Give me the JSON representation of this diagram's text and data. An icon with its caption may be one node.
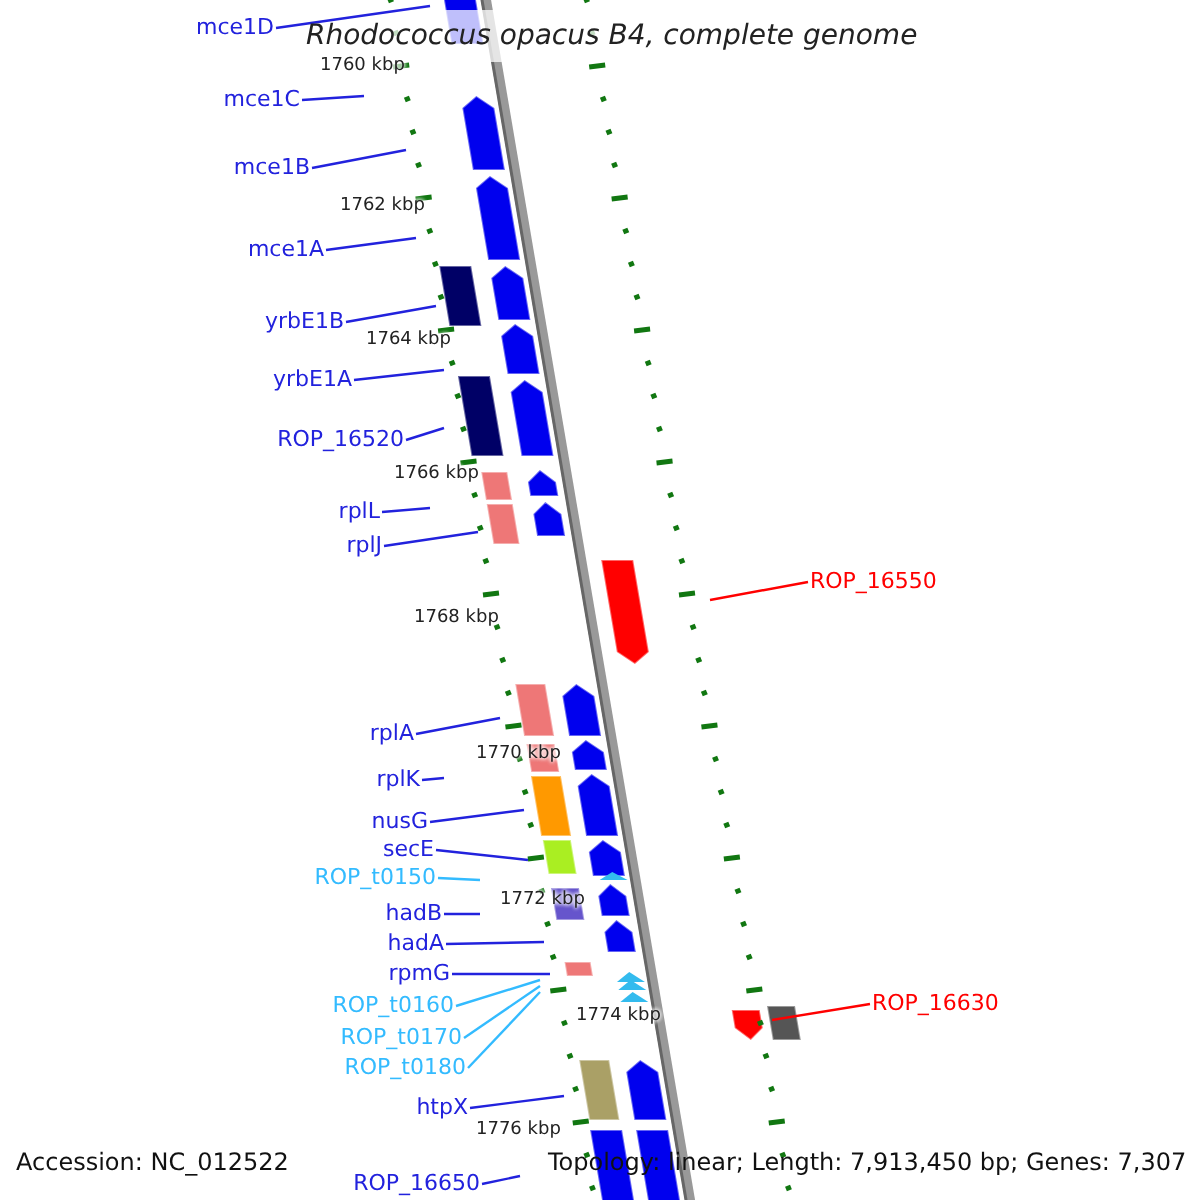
{
  "diagram": {
    "title": "Rhodococcus opacus B4, complete genome",
    "nodes": [
      {
        "text": [
          "mce1D"
        ]
      },
      {
        "text": [
          "mce1C"
        ]
      },
      {
        "text": [
          "mce1B"
        ]
      },
      {
        "text": [
          "mce1A"
        ]
      },
      {
        "text": [
          "yrbE1B"
        ]
      },
      {
        "text": [
          "yrbE1A"
        ]
      },
      {
        "text": [
          "ROP_16520"
        ]
      },
      {
        "text": [
          "rplL"
        ]
      },
      {
        "text": [
          "rplJ"
        ]
      },
      {
        "text": [
          "ROP_16550"
        ]
      },
      {
        "text": [
          "rplA"
        ]
      },
      {
        "text": [
          "rplK"
        ]
      },
      {
        "text": [
          "nusG"
        ]
      },
      {
        "text": [
          "secE"
        ]
      },
      {
        "text": [
          "ROP_t0150"
        ]
      },
      {
        "text": [
          "hadB"
        ]
      },
      {
        "text": [
          "hadA"
        ]
      },
      {
        "text": [
          "rpmG"
        ]
      },
      {
        "text": [
          "ROP_t0160"
        ]
      },
      {
        "text": [
          "ROP_16630"
        ]
      },
      {
        "text": [
          "ROP_t0170"
        ]
      },
      {
        "text": [
          "ROP_t0180"
        ]
      },
      {
        "text": [
          "htpX"
        ]
      },
      {
        "text": [
          "ROP_16650"
        ]
      }
    ],
    "edges": [
      {
        "from": 0,
        "to": null,
        "arrow": "none"
      },
      {
        "from": 1,
        "to": null,
        "arrow": "none"
      },
      {
        "from": 2,
        "to": null,
        "arrow": "none"
      },
      {
        "from": 3,
        "to": null,
        "arrow": "none"
      },
      {
        "from": 4,
        "to": null,
        "arrow": "none"
      },
      {
        "from": 5,
        "to": null,
        "arrow": "none"
      },
      {
        "from": 6,
        "to": null,
        "arrow": "none"
      },
      {
        "from": 7,
        "to": null,
        "arrow": "none"
      },
      {
        "from": 8,
        "to": null,
        "arrow": "none"
      },
      {
        "from": 9,
        "to": null,
        "arrow": "none",
        "color": "#ff0000"
      },
      {
        "from": 10,
        "to": null,
        "arrow": "none"
      },
      {
        "from": 11,
        "to": null,
        "arrow": "none"
      },
      {
        "from": 12,
        "to": null,
        "arrow": "none"
      },
      {
        "from": 13,
        "to": null,
        "arrow": "none"
      },
      {
        "from": 14,
        "to": null,
        "arrow": "none",
        "color": "#33bbff"
      },
      {
        "from": 15,
        "to": null,
        "arrow": "none"
      },
      {
        "from": 16,
        "to": null,
        "arrow": "none"
      },
      {
        "from": 17,
        "to": null,
        "arrow": "none"
      },
      {
        "from": 18,
        "to": null,
        "arrow": "none",
        "color": "#33bbff"
      },
      {
        "from": 19,
        "to": null,
        "arrow": "none",
        "color": "#ff0000"
      },
      {
        "from": 20,
        "to": null,
        "arrow": "none",
        "color": "#33bbff"
      },
      {
        "from": 21,
        "to": null,
        "arrow": "none",
        "color": "#33bbff"
      },
      {
        "from": 22,
        "to": null,
        "arrow": "none"
      },
      {
        "from": 23,
        "to": null,
        "arrow": "none"
      }
    ],
    "labels": [
      "1760 kbp",
      "1762 kbp",
      "1764 kbp",
      "1766 kbp",
      "1768 kbp",
      "1770 kbp",
      "1772 kbp",
      "1774 kbp",
      "1776 kbp",
      "Accession: NC_012522",
      "Topology: linear; Length: 7,913,450 bp; Genes: 7,307"
    ]
  }
}
